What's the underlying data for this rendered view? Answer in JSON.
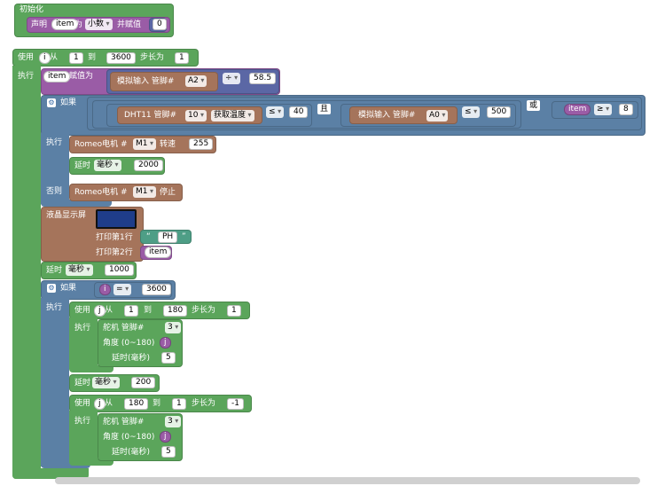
{
  "colors": {
    "green": "#5ba55b",
    "teal": "#4e9e86",
    "blue": "#5a73b7",
    "brown": "#a5745b",
    "purple": "#9a5ca6",
    "math": "#5b67a5",
    "logic": "#5b80a5"
  },
  "init": {
    "hat": "初始化",
    "declare": "声明",
    "var": "item",
    "as": "为",
    "type": "小数",
    "assign": "并赋值",
    "value": "0"
  },
  "loop1": {
    "use": "使用",
    "var": "i",
    "from": "从",
    "start": "1",
    "to": "到",
    "end": "3600",
    "step_label": "步长为",
    "step": "1",
    "exec": "执行"
  },
  "assign1": {
    "var": "item",
    "label": "赋值为",
    "analog": "模拟输入 管脚#",
    "pin": "A2",
    "op": "÷",
    "divisor": "58.5"
  },
  "if1": {
    "if": "如果",
    "dht": "DHT11 管脚#",
    "dht_pin": "10",
    "dht_mode": "获取温度",
    "cmp1": "≤",
    "v1": "40",
    "and": "且",
    "analog": "模拟输入 管脚#",
    "pin": "A0",
    "cmp2": "≤",
    "v2": "500",
    "or": "或",
    "var": "item",
    "cmp3": "≥",
    "v3": "8"
  },
  "exec1": {
    "label": "执行",
    "motor": "Romeo电机 #",
    "motor_id": "M1",
    "speed_label": "转速",
    "speed": "255",
    "delay": "延时",
    "unit": "毫秒",
    "delay_val": "2000"
  },
  "else1": {
    "label": "否则",
    "motor": "Romeo电机 #",
    "motor_id": "M1",
    "stop": "停止"
  },
  "lcd": {
    "label": "液晶显示屏",
    "row1": "打印第1行",
    "text": "PH",
    "row2": "打印第2行",
    "var": "item"
  },
  "delay2": {
    "label": "延时",
    "unit": "毫秒",
    "value": "1000"
  },
  "if2": {
    "if": "如果",
    "var": "i",
    "op": "=",
    "value": "3600",
    "exec": "执行"
  },
  "loop2": {
    "use": "使用",
    "var": "j",
    "from": "从",
    "start": "1",
    "to": "到",
    "end": "180",
    "step_label": "步长为",
    "step": "1",
    "exec": "执行"
  },
  "servo1": {
    "label": "舵机 管脚#",
    "pin": "3",
    "angle": "角度 (0~180)",
    "var": "j",
    "delay": "延时(毫秒)",
    "delay_val": "5"
  },
  "delay3": {
    "label": "延时",
    "unit": "毫秒",
    "value": "200"
  },
  "loop3": {
    "use": "使用",
    "var": "j",
    "from": "从",
    "start": "180",
    "to": "到",
    "end": "1",
    "step_label": "步长为",
    "step": "-1",
    "exec": "执行"
  },
  "servo2": {
    "label": "舵机 管脚#",
    "pin": "3",
    "angle": "角度 (0~180)",
    "var": "j",
    "delay": "延时(毫秒)",
    "delay_val": "5"
  }
}
